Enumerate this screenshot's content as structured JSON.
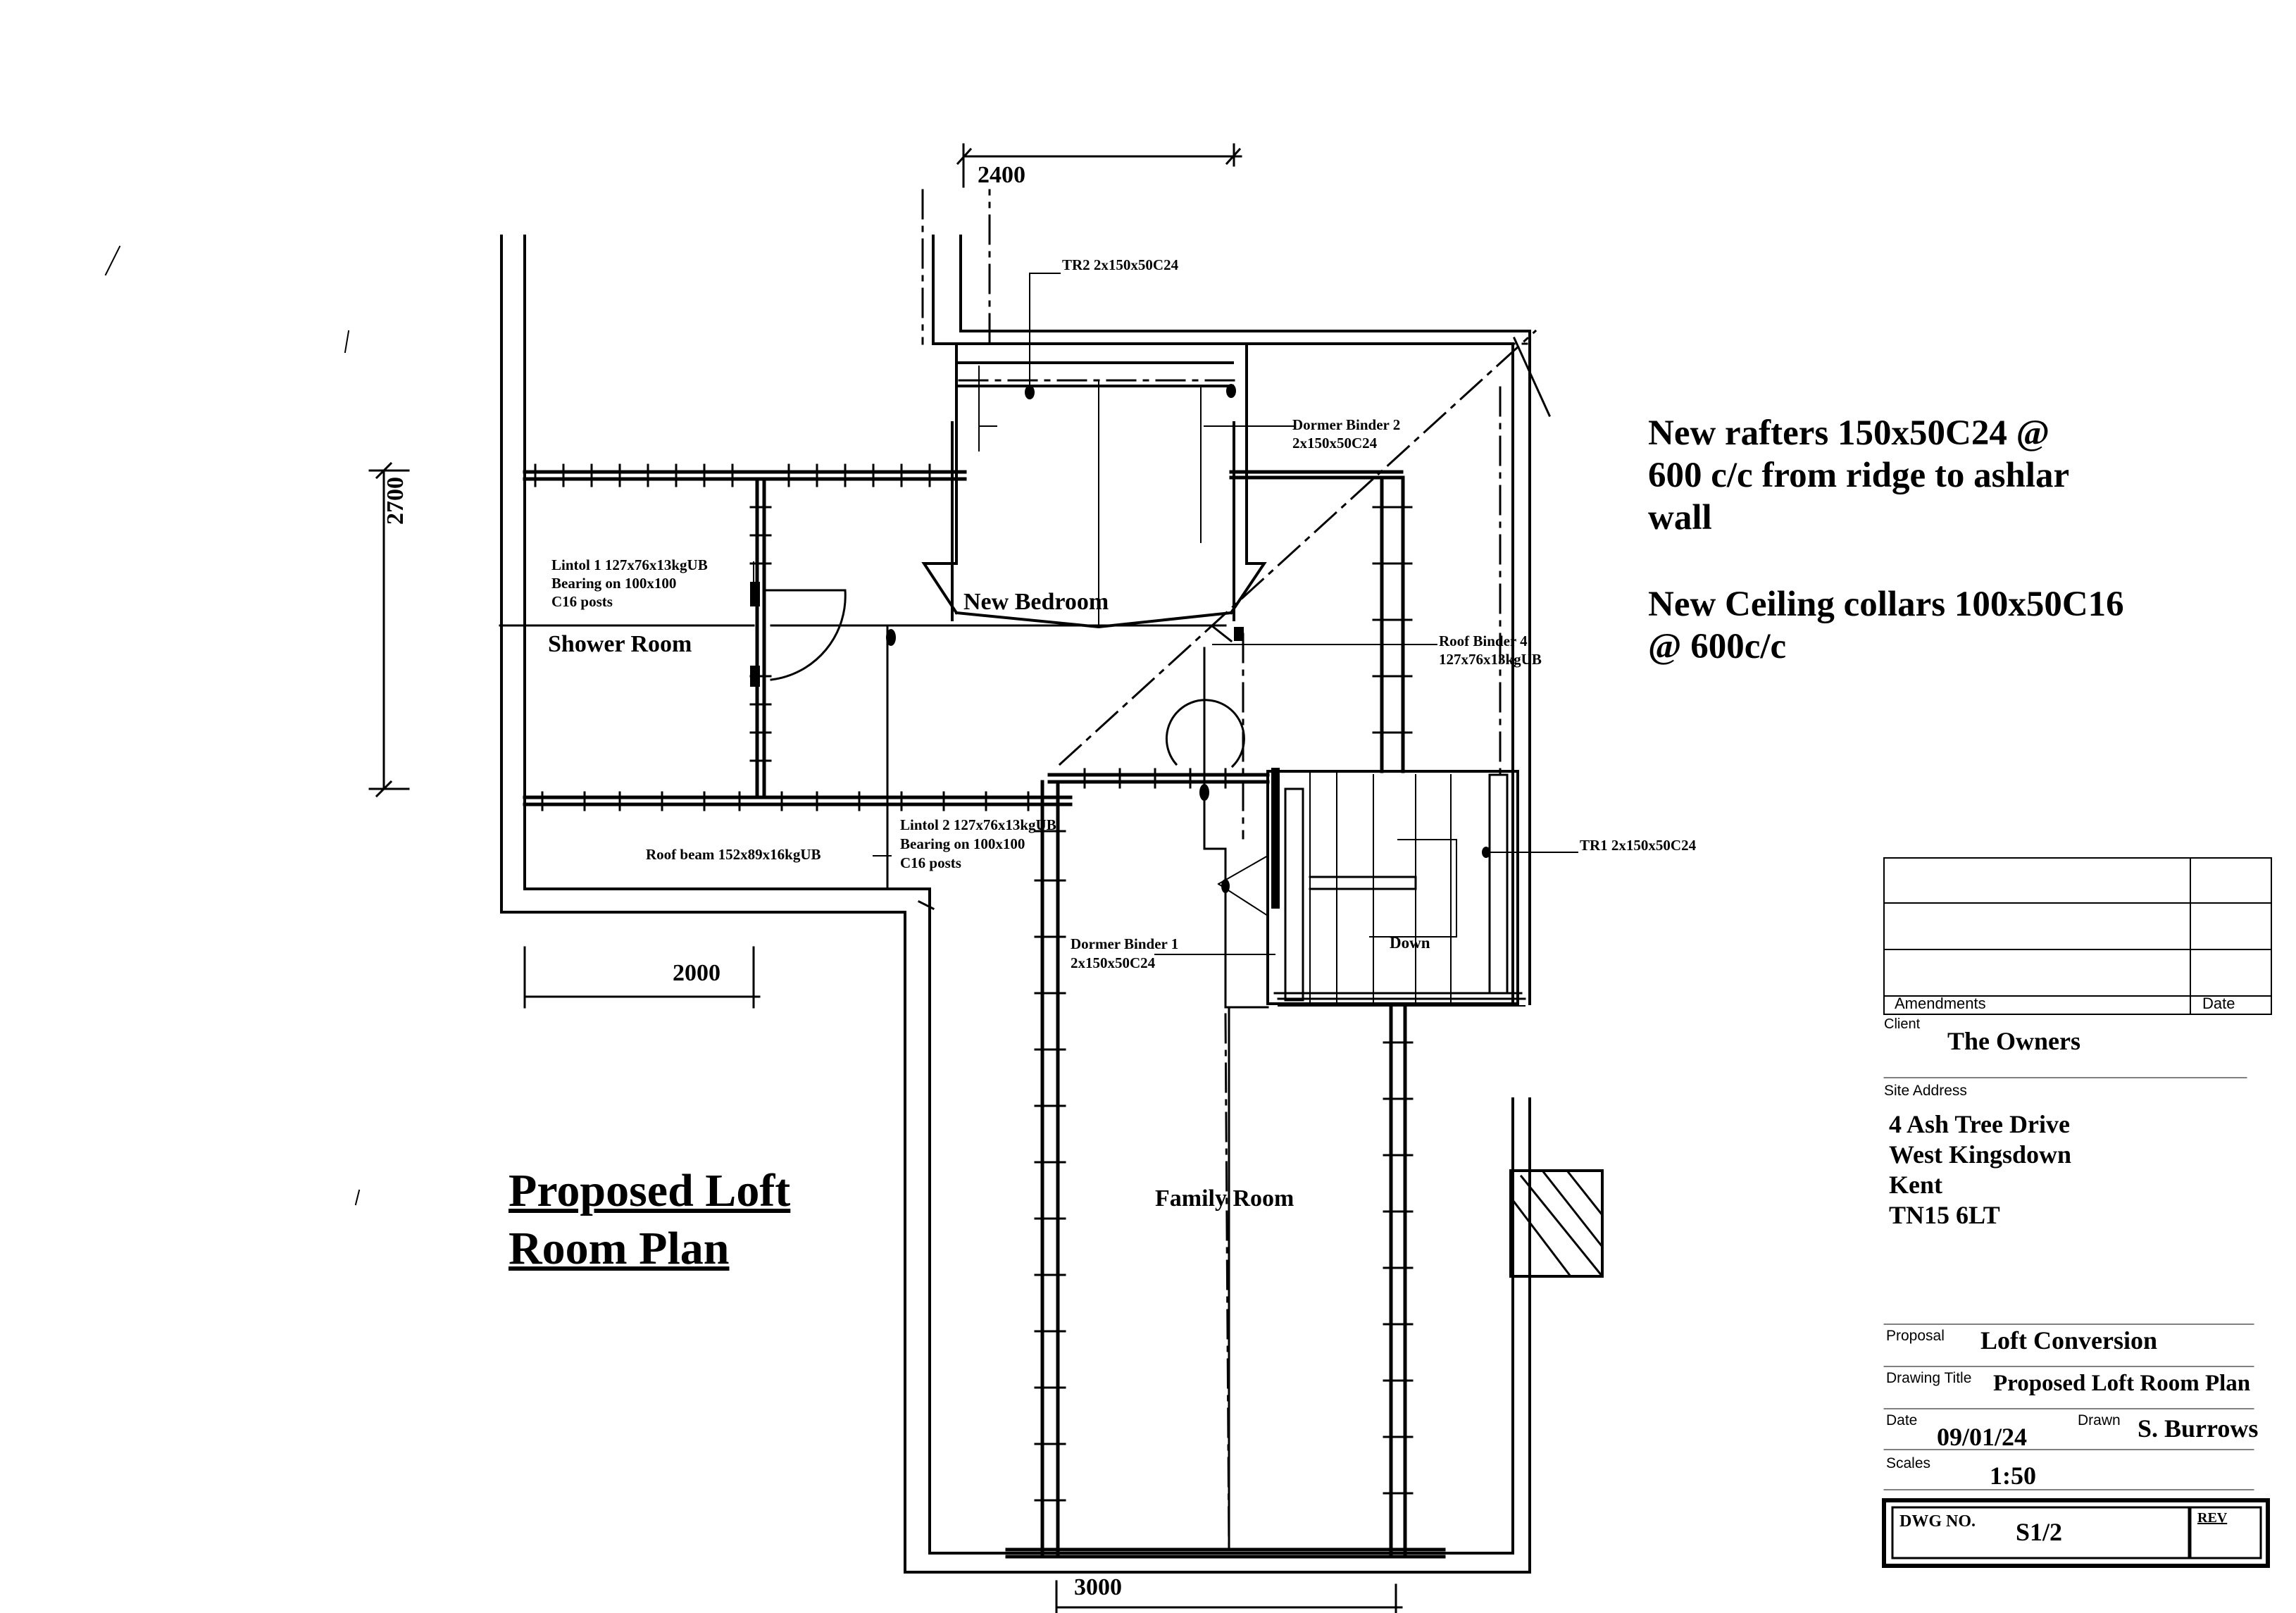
{
  "drawing": {
    "title_line1": "Proposed Loft",
    "title_line2": "Room Plan",
    "notes": {
      "rafters_line1": "New rafters 150x50C24 @",
      "rafters_line2": "600 c/c from ridge to ashlar",
      "rafters_line3": "wall",
      "collars_line1": "New Ceiling collars 100x50C16",
      "collars_line2": "@ 600c/c"
    },
    "rooms": {
      "shower": "Shower Room",
      "bedroom": "New Bedroom",
      "family": "Family Room",
      "stair_down": "Down"
    },
    "dimensions": {
      "top": "2400",
      "left": "2700",
      "bottom_left": "2000",
      "bottom": "3000"
    },
    "members": {
      "tr2": "TR2 2x150x50C24",
      "dormer_binder_2_a": "Dormer Binder 2",
      "dormer_binder_2_b": "2x150x50C24",
      "lintol_1_a": "Lintol 1 127x76x13kgUB",
      "lintol_1_b": "Bearing on 100x100",
      "lintol_1_c": "C16 posts",
      "roof_binder_4_a": "Roof Binder 4",
      "roof_binder_4_b": "127x76x13kgUB",
      "roof_beam": "Roof beam 152x89x16kgUB",
      "lintol_2_a": "Lintol 2 127x76x13kgUB",
      "lintol_2_b": "Bearing on 100x100",
      "lintol_2_c": "C16 posts",
      "tr1": "TR1 2x150x50C24",
      "dormer_binder_1_a": "Dormer Binder 1",
      "dormer_binder_1_b": "2x150x50C24"
    }
  },
  "title_block": {
    "amendments_label": "Amendments",
    "date_col_label": "Date",
    "client_label": "Client",
    "client": "The Owners",
    "site_address_label": "Site Address",
    "address": [
      "4 Ash Tree Drive",
      "West Kingsdown",
      "Kent",
      "TN15 6LT"
    ],
    "proposal_label": "Proposal",
    "proposal": "Loft Conversion",
    "drawing_title_label": "Drawing Title",
    "drawing_title": "Proposed Loft Room Plan",
    "date_label": "Date",
    "date": "09/01/24",
    "drawn_label": "Drawn",
    "drawn": "S. Burrows",
    "scales_label": "Scales",
    "scale": "1:50",
    "dwg_no_label": "DWG NO.",
    "dwg_no": "S1/2",
    "rev_label": "REV"
  }
}
